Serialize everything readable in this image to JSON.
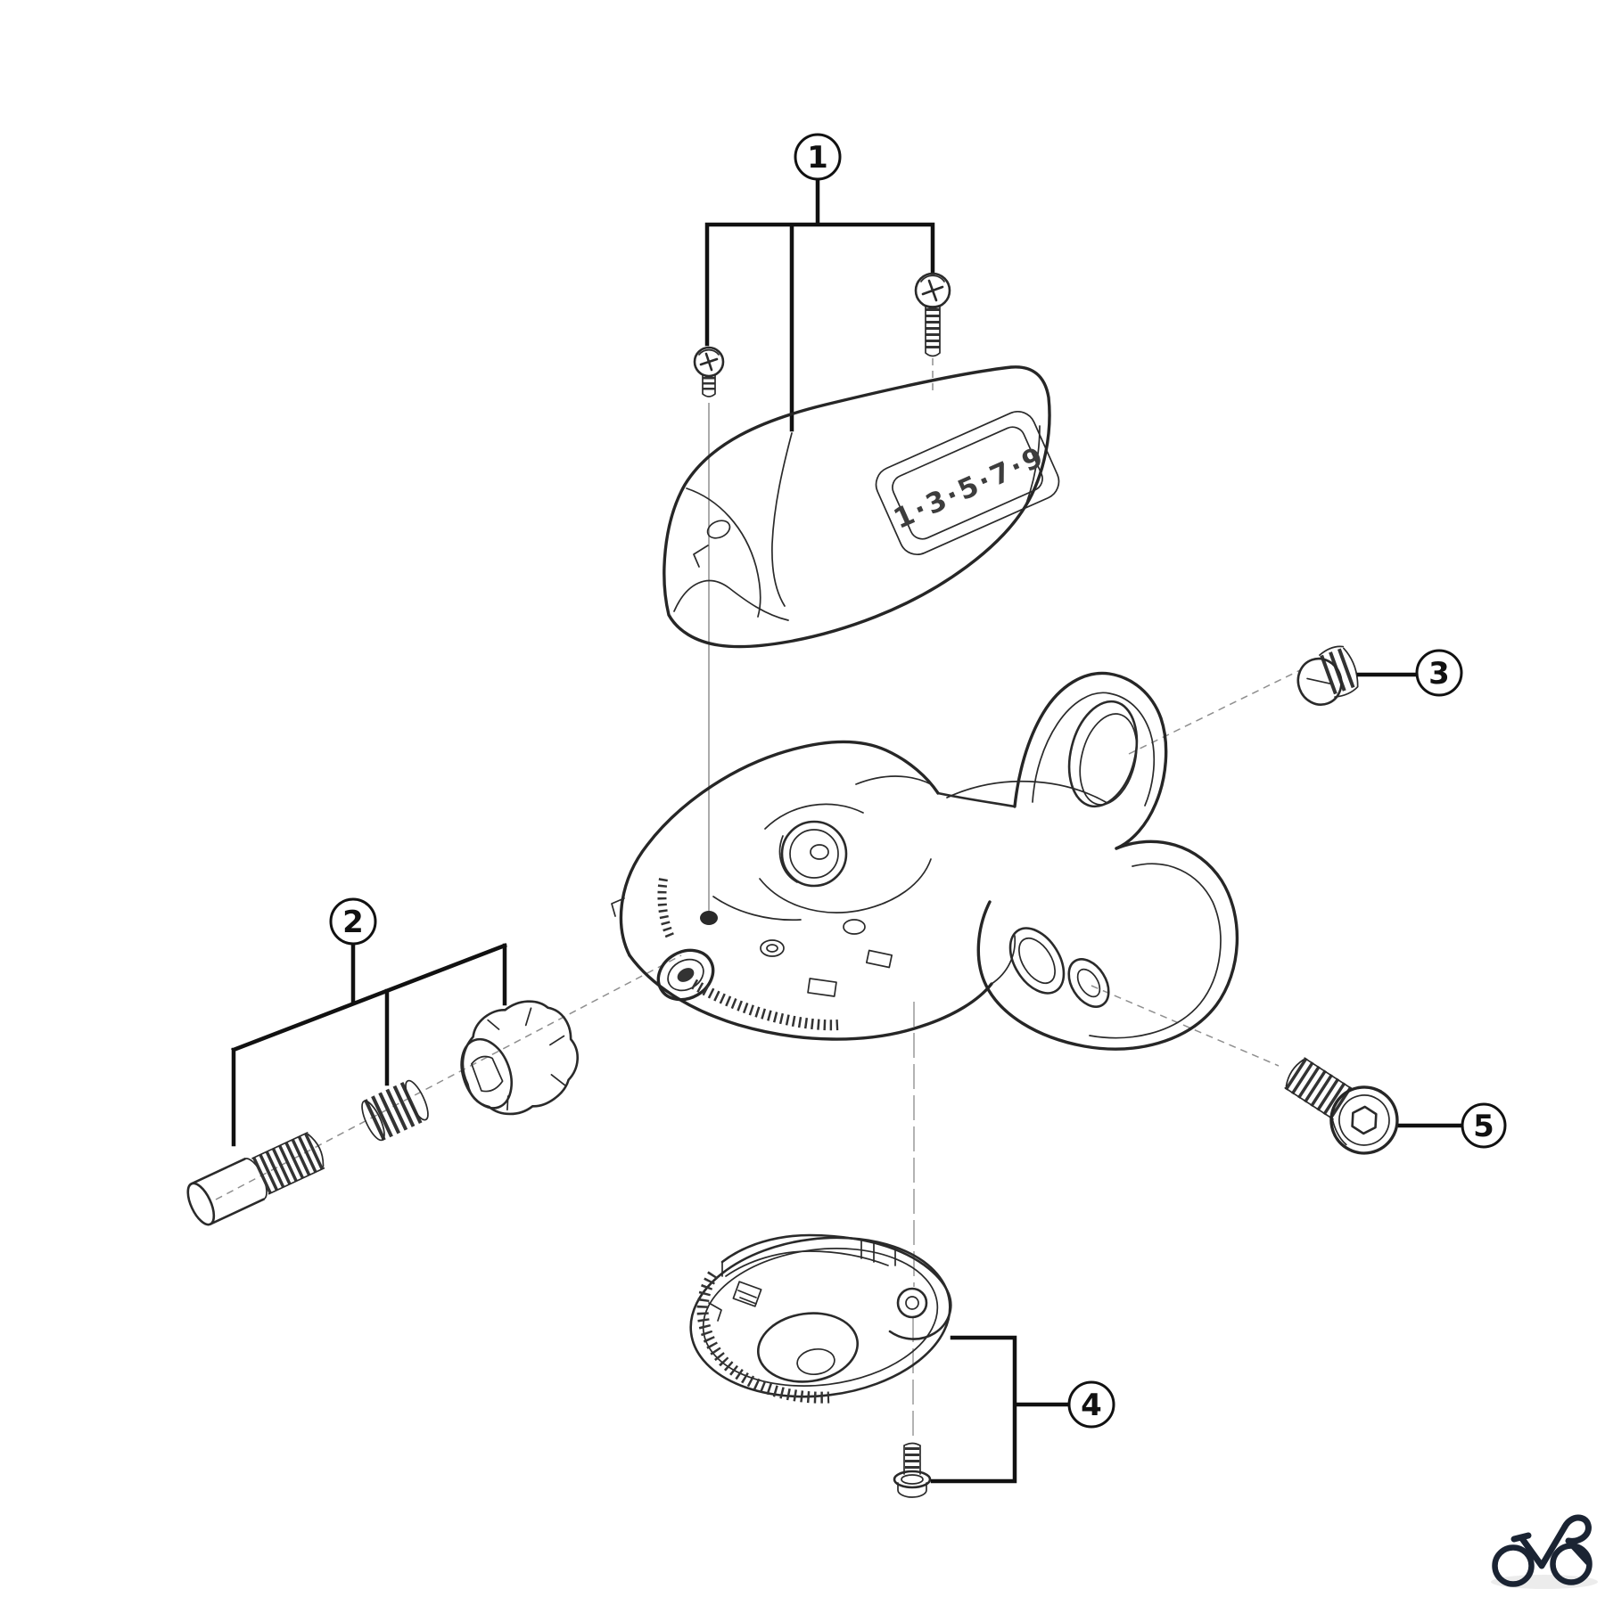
{
  "callouts": [
    {
      "label": "1"
    },
    {
      "label": "2"
    },
    {
      "label": "3"
    },
    {
      "label": "4"
    },
    {
      "label": "5"
    }
  ],
  "cover": {
    "gear_indicator": "1·3·5·7·9"
  },
  "logo": {
    "icon": "bicycle-logo"
  },
  "colors": {
    "line": "#2a2a2a",
    "callout_line": "#111111",
    "leader": "#8f8f8f",
    "logo_navy": "#1b2433",
    "shadow_gray": "#dcdcdc",
    "background": "#ffffff"
  }
}
